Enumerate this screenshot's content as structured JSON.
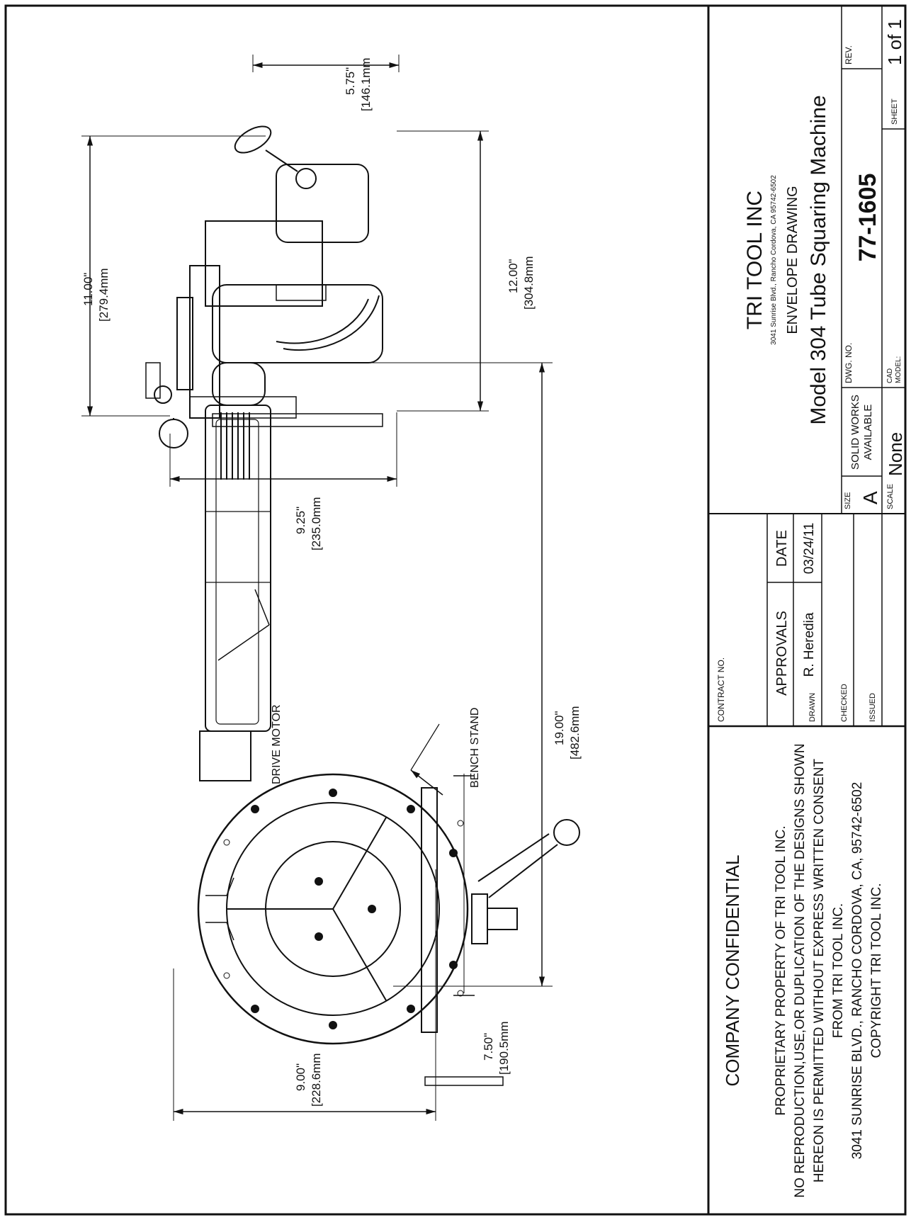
{
  "drawing": {
    "dimensions": {
      "d_900_in": "9.00\"",
      "d_900_mm": "[228.6mm",
      "d_750_in": "7.50\"",
      "d_750_mm": "[190.5mm",
      "d_1900_in": "19.00\"",
      "d_1900_mm": "[482.6mm",
      "d_925_in": "9.25\"",
      "d_925_mm": "[235.0mm",
      "d_1100_in": "11.00\"",
      "d_1100_mm": "[279.4mm",
      "d_1200_in": "12.00\"",
      "d_1200_mm": "[304.8mm",
      "d_575_in": "5.75\"",
      "d_575_mm": "[146.1mm"
    },
    "callouts": {
      "drive_motor": "DRIVE MOTOR",
      "bench_stand": "BENCH STAND"
    }
  },
  "title_block": {
    "company_confidential": "COMPANY CONFIDENTIAL",
    "notice_lines": [
      "PROPRIETARY PROPERTY OF TRI TOOL INC.",
      "NO REPRODUCTION,USE,OR DUPLICATION OF THE DESIGNS SHOWN",
      "HEREON IS PERMITTED WITHOUT EXPRESS WRITTEN CONSENT",
      "FROM TRI TOOL INC.",
      "3041 SUNRISE BLVD., RANCHO CORDOVA, CA, 95742-6502",
      "COPYRIGHT TRI TOOL INC."
    ],
    "contract_no_label": "CONTRACT NO.",
    "approvals_label": "APPROVALS",
    "date_label": "DATE",
    "drawn_label": "DRAWN",
    "drawn_by": "R. Heredia",
    "drawn_date": "03/24/11",
    "checked_label": "CHECKED",
    "issued_label": "ISSUED",
    "company_name": "TRI TOOL INC",
    "company_address": "3041 Sunrise Blvd., Rancho Cordova, CA 95742-6502",
    "drawing_type": "ENVELOPE DRAWING",
    "drawing_title": "Model 304 Tube Squaring Machine",
    "size_label": "SIZE",
    "size_value": "A",
    "solidworks_line1": "SOLID WORKS",
    "solidworks_line2": "AVAILABLE",
    "dwg_no_label": "DWG. NO.",
    "dwg_no": "77-1605",
    "rev_label": "REV.",
    "scale_label": "SCALE",
    "scale_value": "None",
    "cad_model_line1": "CAD",
    "cad_model_line2": "MODEL:",
    "sheet_label": "SHEET",
    "sheet_value": "1 of 1"
  }
}
